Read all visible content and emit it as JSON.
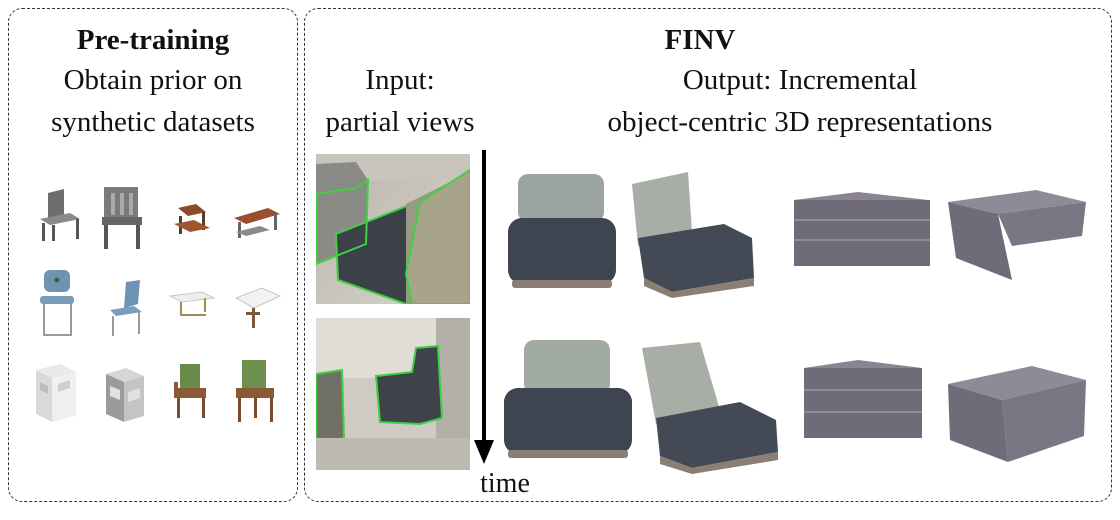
{
  "pretraining": {
    "title": "Pre-training",
    "subtitle_line1": "Obtain prior on",
    "subtitle_line2": "synthetic datasets",
    "thumbnails": [
      "chair-gray-icon",
      "chair-gray-back-icon",
      "table-wood-icon",
      "bench-wood-icon",
      "chair-blue-icon",
      "chair-blue-side-icon",
      "table-white-icon",
      "table-white-side-icon",
      "cabinet-white-icon",
      "cabinet-white-side-icon",
      "armchair-wood-icon",
      "armchair-wood-side-icon"
    ]
  },
  "finv": {
    "title": "FINV",
    "input_line1": "Input:",
    "input_line2": "partial views",
    "output_line1": "Output: Incremental",
    "output_line2": "object-centric 3D representations",
    "time_label": "time"
  },
  "colors": {
    "mask_outline": "#3fd13f",
    "sofa_dark": "#3f4550",
    "sofa_light": "#9aa39e",
    "ottoman": "#6f6b78"
  }
}
